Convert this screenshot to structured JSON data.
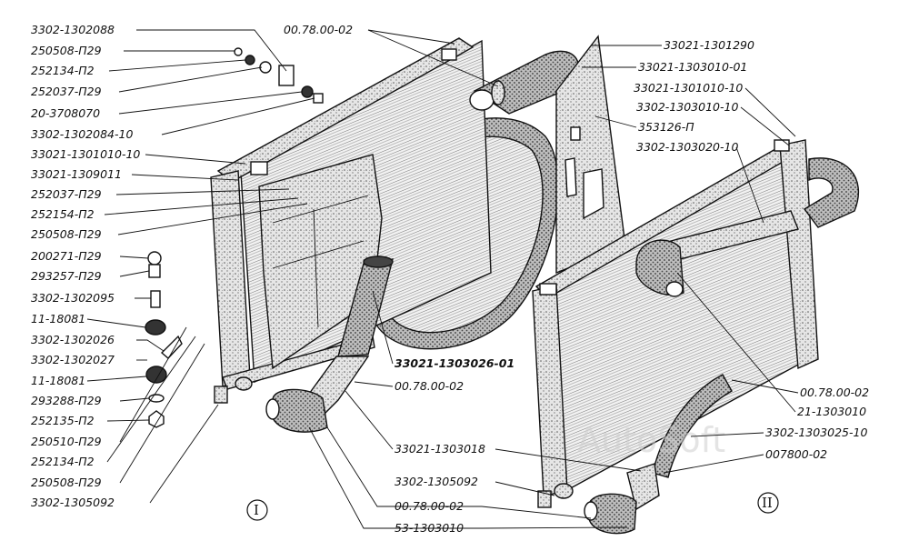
{
  "watermark": "AutoSoft",
  "views": {
    "view_1_label": "I",
    "view_2_label": "II"
  },
  "left_labels": [
    "3302-1302088",
    "250508-П29",
    "252134-П2",
    "252037-П29",
    "20-3708070",
    "3302-1302084-10",
    "33021-1301010-10",
    "33021-1309011",
    "252037-П29",
    "252154-П2",
    "250508-П29",
    "200271-П29",
    "293257-П29",
    "3302-1302095",
    "11-18081",
    "3302-1302026",
    "3302-1302027",
    "11-18081",
    "293288-П29",
    "252135-П2",
    "250510-П29",
    "252134-П2",
    "250508-П29",
    "3302-1305092"
  ],
  "top_label": "00.78.00-02",
  "right_labels": [
    "33021-1301290",
    "33021-1303010-01",
    "33021-1301010-10",
    "3302-1303010-10",
    "353126-П",
    "3302-1303020-10"
  ],
  "middle_labels": [
    "33021-1303026-01",
    "00.78.00-02",
    "33021-1303018"
  ],
  "bottom_right_labels": [
    "00.78.00-02",
    "21-1303010",
    "3302-1303025-10",
    "007800-02"
  ],
  "bottom_labels": [
    "3302-1305092",
    "00.78.00-02",
    "53-1303010"
  ],
  "colors": {
    "ink": "#111111",
    "paper": "#ffffff",
    "stipple": "#8a8a8a",
    "core": "#d9d9d9"
  }
}
